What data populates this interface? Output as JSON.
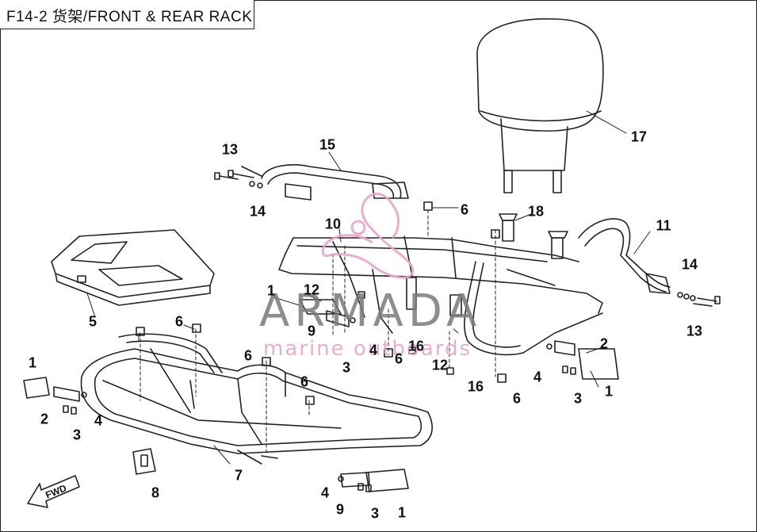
{
  "title": "F14-2 货架/FRONT & REAR RACK",
  "watermark": {
    "brand": "ARMADA",
    "subtitle": "marine outboards"
  },
  "fwd_label": "FWD",
  "colors": {
    "line": "#222222",
    "watermark_gray": "#7a7a7a",
    "watermark_pink": "#e7a6c9"
  },
  "callouts": [
    "13",
    "15",
    "14",
    "17",
    "6",
    "18",
    "10",
    "11",
    "14",
    "13",
    "1",
    "12",
    "9",
    "3",
    "4",
    "16",
    "6",
    "12",
    "16",
    "6",
    "2",
    "4",
    "3",
    "1",
    "5",
    "6",
    "6",
    "6",
    "1",
    "2",
    "3",
    "4",
    "8",
    "7",
    "4",
    "9",
    "3",
    "1"
  ]
}
